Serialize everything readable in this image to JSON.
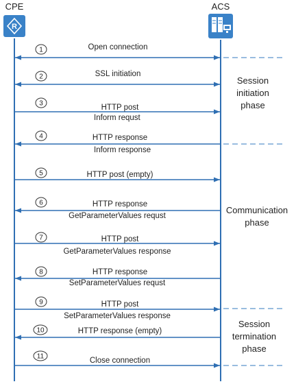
{
  "participants": {
    "cpe": {
      "label": "CPE",
      "icon": "router-icon"
    },
    "acs": {
      "label": "ACS",
      "icon": "server-icon"
    }
  },
  "colors": {
    "line": "#2f6fb3",
    "icon_fill": "#3a82c8",
    "dashed": "#5b93cc"
  },
  "messages": [
    {
      "num": "1",
      "text": "Open connection",
      "sub": "",
      "direction": "both"
    },
    {
      "num": "2",
      "text": "SSL initiation",
      "sub": "",
      "direction": "both"
    },
    {
      "num": "3",
      "text": "HTTP post",
      "sub": "Inform requst",
      "direction": "to-acs"
    },
    {
      "num": "4",
      "text": "HTTP response",
      "sub": "Inform response",
      "direction": "to-cpe"
    },
    {
      "num": "5",
      "text": "HTTP post (empty)",
      "sub": "",
      "direction": "to-acs"
    },
    {
      "num": "6",
      "text": "HTTP response",
      "sub": "GetParameterValues requst",
      "direction": "to-cpe"
    },
    {
      "num": "7",
      "text": "HTTP post",
      "sub": "GetParameterValues response",
      "direction": "to-acs"
    },
    {
      "num": "8",
      "text": "HTTP response",
      "sub": "SetParameterValues requst",
      "direction": "to-cpe"
    },
    {
      "num": "9",
      "text": "HTTP post",
      "sub": "SetParameterValues response",
      "direction": "to-acs"
    },
    {
      "num": "10",
      "text": "HTTP response (empty)",
      "sub": "",
      "direction": "to-cpe"
    },
    {
      "num": "11",
      "text": "Close connection",
      "sub": "",
      "direction": "to-acs"
    }
  ],
  "phases": [
    {
      "lines": [
        "Session",
        "initiation",
        "phase"
      ]
    },
    {
      "lines": [
        "Communication",
        "phase"
      ]
    },
    {
      "lines": [
        "Session",
        "termination",
        "phase"
      ]
    }
  ]
}
